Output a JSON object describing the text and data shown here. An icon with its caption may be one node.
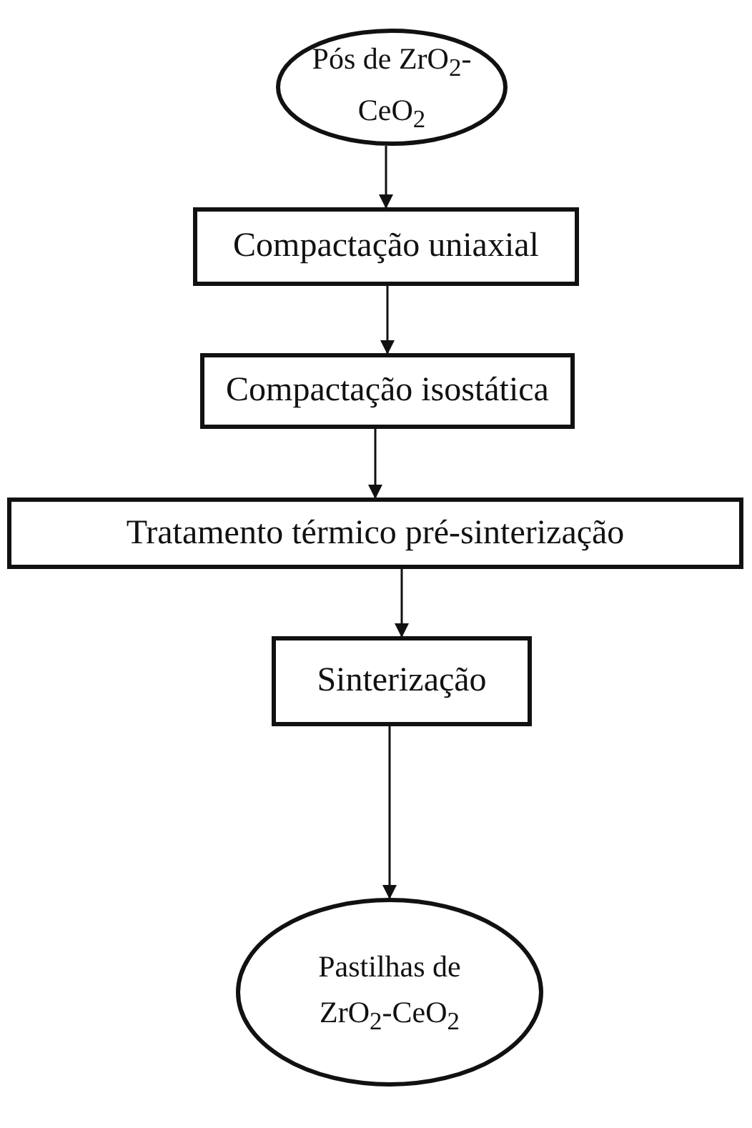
{
  "diagram": {
    "nodes": [
      {
        "text": [
          "Pós de ZrO$_{2}$-CeO$_{2}$"
        ]
      },
      {
        "text": [
          "Compactação uniaxial"
        ]
      },
      {
        "text": [
          "Compactação isostática"
        ]
      },
      {
        "text": [
          "Tratamento térmico pré-sinterização"
        ]
      },
      {
        "text": [
          "Sinterização"
        ]
      },
      {
        "text": [
          "Pastilhas de ZrO$_{2}$-CeO$_{2}$"
        ]
      }
    ],
    "edges": [
      {
        "from": 0,
        "to": 1,
        "arrow": "to"
      },
      {
        "from": 1,
        "to": 2,
        "arrow": "to"
      },
      {
        "from": 2,
        "to": 3,
        "arrow": "to"
      },
      {
        "from": 3,
        "to": 4,
        "arrow": "to"
      },
      {
        "from": 4,
        "to": 5,
        "arrow": "to"
      }
    ]
  }
}
